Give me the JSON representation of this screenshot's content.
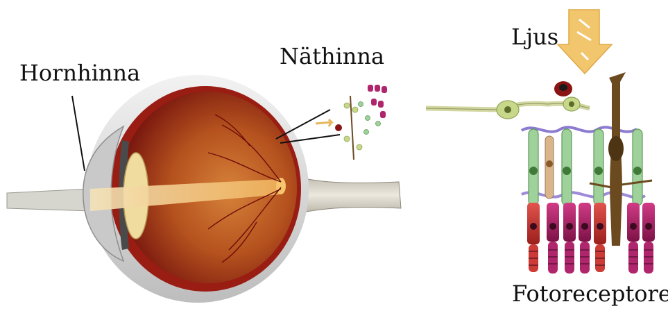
{
  "labels": {
    "cornea": "Hornhinna",
    "retina": "Näthinna",
    "light": "Ljus",
    "photoreceptors": "Fotoreceptorer"
  },
  "colors": {
    "sclera": "#e3e3e3",
    "choroid": "#9a1d14",
    "vitreous": "#b5521e",
    "light_beam": "#f1c27a",
    "optic_nerve": "#d9d4c8",
    "light_arrow": "#f2c66d",
    "ganglion_cell": "#c8d88a",
    "bipolar_cell": "#9fd29a",
    "muller_glia": "#6b4a1f",
    "rod_segment": "#b0266d",
    "cone_segment": "#cc3b35"
  }
}
